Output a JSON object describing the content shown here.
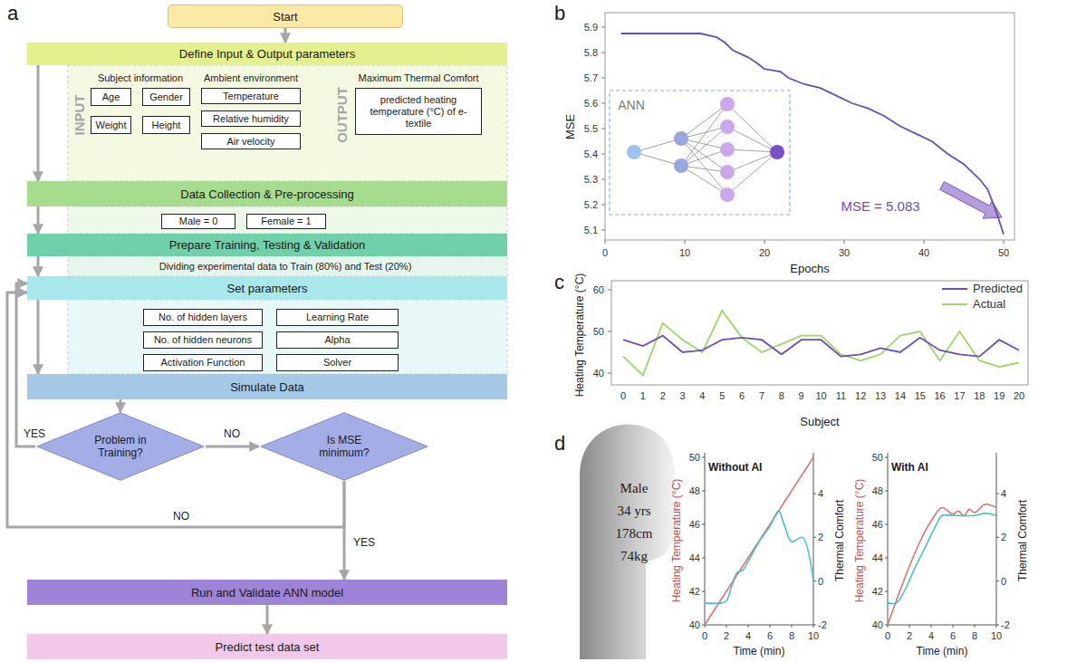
{
  "diagram": {
    "nodes": [
      {
        "text": [
          "Start"
        ]
      },
      {
        "text": [
          "Define Input & Output parameters"
        ]
      },
      {
        "text": [
          "Age"
        ]
      },
      {
        "text": [
          "Gender"
        ]
      },
      {
        "text": [
          "Weight"
        ]
      },
      {
        "text": [
          "Height"
        ]
      },
      {
        "text": [
          "Temperature"
        ]
      },
      {
        "text": [
          "Relative humidity"
        ]
      },
      {
        "text": [
          "Air velocity"
        ]
      },
      {
        "text": [
          "predicted heating temperature (°C) of e-textile"
        ]
      },
      {
        "text": [
          "Data Collection & Pre-processing"
        ]
      },
      {
        "text": [
          "Male = 0"
        ]
      },
      {
        "text": [
          "Female = 1"
        ]
      },
      {
        "text": [
          "Prepare Training, Testing & Validation"
        ]
      },
      {
        "text": [
          "Set parameters"
        ]
      },
      {
        "text": [
          "No. of hidden layers"
        ]
      },
      {
        "text": [
          "Learning Rate"
        ]
      },
      {
        "text": [
          "No. of hidden neurons"
        ]
      },
      {
        "text": [
          "Alpha"
        ]
      },
      {
        "text": [
          "Activation Function"
        ]
      },
      {
        "text": [
          "Solver"
        ]
      },
      {
        "text": [
          "Simulate Data"
        ]
      },
      {
        "text": [
          "Problem in Training?"
        ]
      },
      {
        "text": [
          "Is MSE minimum?"
        ]
      },
      {
        "text": [
          "Run and Validate ANN model"
        ]
      },
      {
        "text": [
          "Predict test data set"
        ]
      }
    ],
    "edges": [
      {
        "from": 0,
        "to": 1,
        "arrow": "to"
      },
      {
        "from": 1,
        "to": 10,
        "arrow": "to"
      },
      {
        "from": 10,
        "to": 13,
        "arrow": "to"
      },
      {
        "from": 13,
        "to": 14,
        "arrow": "to"
      },
      {
        "from": 14,
        "to": 21,
        "arrow": "to"
      },
      {
        "from": 21,
        "to": 22,
        "arrow": "to"
      },
      {
        "from": 22,
        "to": 14,
        "label": "YES",
        "arrow": "to"
      },
      {
        "from": 22,
        "to": 23,
        "label": "NO",
        "arrow": "to"
      },
      {
        "from": 23,
        "to": 14,
        "label": "NO",
        "arrow": "to"
      },
      {
        "from": 23,
        "to": 24,
        "label": "YES",
        "arrow": "to"
      },
      {
        "from": 24,
        "to": 25,
        "arrow": "to"
      }
    ],
    "labels": [
      "a",
      "Subject information",
      "Ambient environment",
      "Maximum Thermal Comfort",
      "INPUT",
      "OUTPUT",
      "Dividing experimental data to Train (80%) and Test (20%)",
      "b",
      "MSE",
      "5.9",
      "5.8",
      "5.7",
      "5.6",
      "5.5",
      "5.4",
      "5.3",
      "5.2",
      "5.1",
      "0",
      "10",
      "20",
      "30",
      "40",
      "50",
      "Epochs",
      "ANN",
      "MSE = 5.083",
      "c",
      "Heating Temperature (°C)",
      "60",
      "50",
      "40",
      "0",
      "1",
      "2",
      "3",
      "4",
      "5",
      "6",
      "7",
      "8",
      "9",
      "10",
      "11",
      "12",
      "13",
      "14",
      "15",
      "16",
      "17",
      "18",
      "19",
      "20",
      "Subject",
      "d",
      "Male",
      "34 yrs",
      "178cm",
      "74kg",
      "Without AI",
      "Heating Temperature (°C)",
      "50",
      "48",
      "46",
      "44",
      "42",
      "40",
      "Thermal Comfort",
      "4",
      "2",
      "0",
      "-2",
      "0",
      "2",
      "4",
      "6",
      "8",
      "10",
      "Time (min)",
      "With AI",
      "Heating Temperature (°C)",
      "50",
      "48",
      "46",
      "44",
      "42",
      "40",
      "Thermal Comfort",
      "4",
      "2",
      "0",
      "-2",
      "0",
      "2",
      "4",
      "6",
      "8",
      "10",
      "Time (min)"
    ],
    "legend": [
      {
        "text": "Predicted"
      },
      {
        "text": "Actual"
      }
    ]
  }
}
